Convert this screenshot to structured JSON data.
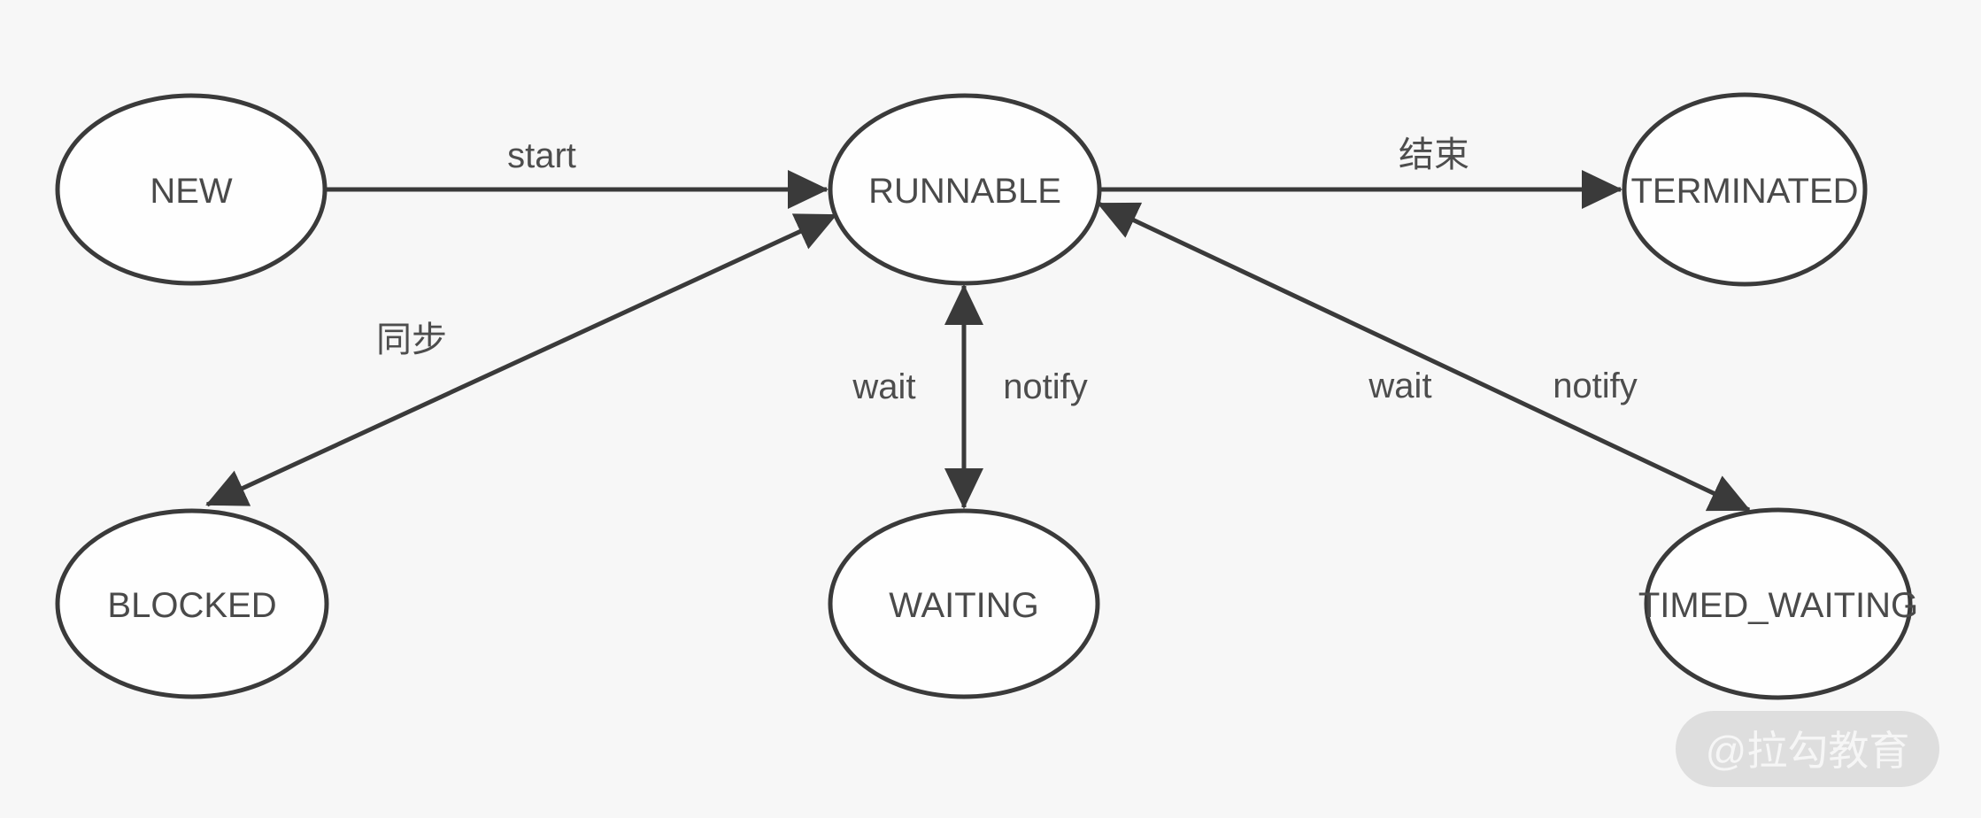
{
  "diagram": {
    "type": "state-diagram",
    "nodes": [
      {
        "id": "new",
        "label": "NEW"
      },
      {
        "id": "runnable",
        "label": "RUNNABLE"
      },
      {
        "id": "terminated",
        "label": "TERMINATED"
      },
      {
        "id": "blocked",
        "label": "BLOCKED"
      },
      {
        "id": "waiting",
        "label": "WAITING"
      },
      {
        "id": "timed-waiting",
        "label": "TIMED_WAITING"
      }
    ],
    "edges": [
      {
        "from": "NEW",
        "to": "RUNNABLE",
        "label": "start",
        "arrows": "forward"
      },
      {
        "from": "RUNNABLE",
        "to": "TERMINATED",
        "label": "结束",
        "arrows": "forward"
      },
      {
        "from": "RUNNABLE",
        "to": "BLOCKED",
        "label": "同步",
        "arrows": "both"
      },
      {
        "from": "RUNNABLE",
        "to": "WAITING",
        "labels": [
          "wait",
          "notify"
        ],
        "arrows": "both"
      },
      {
        "from": "RUNNABLE",
        "to": "TIMED_WAITING",
        "labels": [
          "wait",
          "notify"
        ],
        "arrows": "both"
      }
    ],
    "colors": {
      "background": "#f7f7f7",
      "node_fill": "#fefefe",
      "stroke": "#3a3a3a",
      "node_text": "#4a4a4a",
      "edge_text": "#4d4d4d",
      "watermark_fill": "#dedede",
      "watermark_text": "#f6f6f6"
    },
    "watermark": {
      "text": "@拉勾教育"
    }
  }
}
